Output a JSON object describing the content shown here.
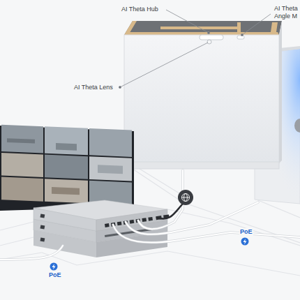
{
  "diagram": {
    "labels": [
      "AI Theta Hub",
      "AI Theta Angle M",
      "AI Theta Lens",
      "PoE",
      "PoE"
    ]
  }
}
